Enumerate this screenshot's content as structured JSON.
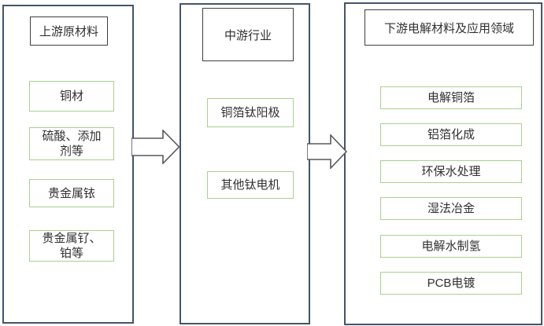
{
  "columns": [
    {
      "title": "上游原材料",
      "items": [
        "铜材",
        "硫酸、添加\n剂等",
        "贵金属铱",
        "贵金属钌、\n铂等"
      ]
    },
    {
      "title": "中游行业",
      "items": [
        "铜箔钛阳极",
        "其他钛电机"
      ]
    },
    {
      "title": "下游电解材料及应用领域",
      "items": [
        "电解铜箔",
        "铝箔化成",
        "环保水处理",
        "湿法冶金",
        "电解水制氢",
        "PCB电镀"
      ]
    }
  ],
  "colors": {
    "panel_border": "#44546a",
    "title_box_border": "#3f3f3f",
    "item_box_border": "#a9d18e",
    "arrow_outline": "#595959",
    "arrow_fill": "#ffffff",
    "text": "#303030",
    "background": "#ffffff"
  }
}
